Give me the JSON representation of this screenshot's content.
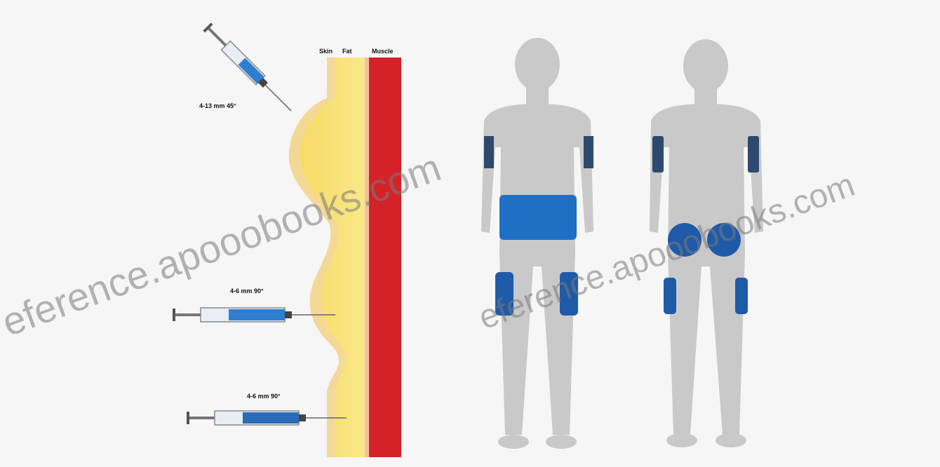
{
  "layers": {
    "skin": "Skin",
    "fat": "Fat",
    "muscle": "Muscle"
  },
  "syringes": [
    {
      "label": "4-13 mm 45°"
    },
    {
      "label": "4-6 mm 90°"
    },
    {
      "label": "4-6 mm 90°"
    }
  ],
  "watermarks": [
    {
      "text": "eference.apooobooks.com"
    },
    {
      "text": "eference.apooobooks.com"
    }
  ],
  "colors": {
    "skin": "#f3d79a",
    "fat": "#f7e06a",
    "muscle": "#d42228",
    "body": "#c9c9c9",
    "injection_site": "#1f6fc4",
    "syringe_liquid": "#2f7fd0"
  },
  "icons": [
    "syringe-icon",
    "front-body-figure",
    "back-body-figure"
  ]
}
